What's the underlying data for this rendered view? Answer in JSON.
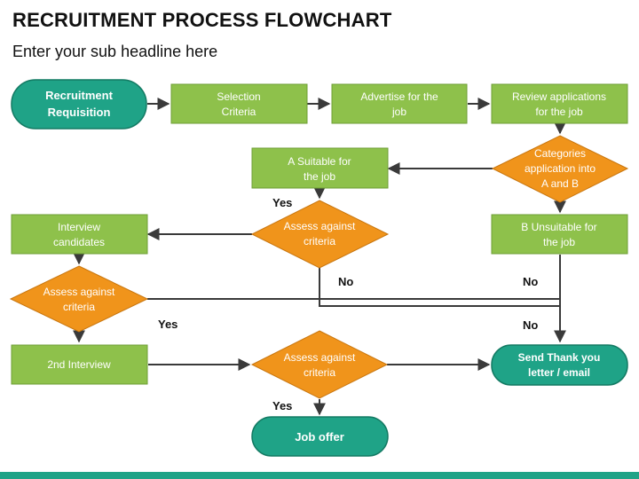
{
  "header": {
    "title": "RECRUITMENT PROCESS FLOWCHART",
    "subtitle": "Enter your sub headline here"
  },
  "colors": {
    "teal": "#1fa387",
    "teal_stroke": "#137a63",
    "green": "#8ec14b",
    "green_stroke": "#6e9e34",
    "orange": "#f0941b",
    "orange_stroke": "#c8760f",
    "arrow": "#3a3a3a",
    "bar": "#1fa387"
  },
  "nodes": {
    "requisition": [
      "Recruitment",
      "Requisition"
    ],
    "selection": [
      "Selection",
      "Criteria"
    ],
    "advertise": [
      "Advertise for the",
      "job"
    ],
    "review": [
      "Review applications",
      "for the job"
    ],
    "categories": [
      "Categories",
      "application into",
      "A and B"
    ],
    "suitable": [
      "A Suitable for",
      "the job"
    ],
    "unsuitable": [
      "B Unsuitable for",
      "the job"
    ],
    "assess1": [
      "Assess against",
      "criteria"
    ],
    "interview": [
      "Interview",
      "candidates"
    ],
    "assess2": [
      "Assess against",
      "criteria"
    ],
    "second_interview": [
      "2nd Interview"
    ],
    "assess3": [
      "Assess against",
      "criteria"
    ],
    "thankyou": [
      "Send Thank you",
      "letter / email"
    ],
    "offer": [
      "Job offer"
    ]
  },
  "edge_labels": {
    "yes_suitable": "Yes",
    "no_assess1": "No",
    "no_unsuitable": "No",
    "yes_assess2": "Yes",
    "no_thankyou": "No",
    "yes_assess3": "Yes"
  }
}
